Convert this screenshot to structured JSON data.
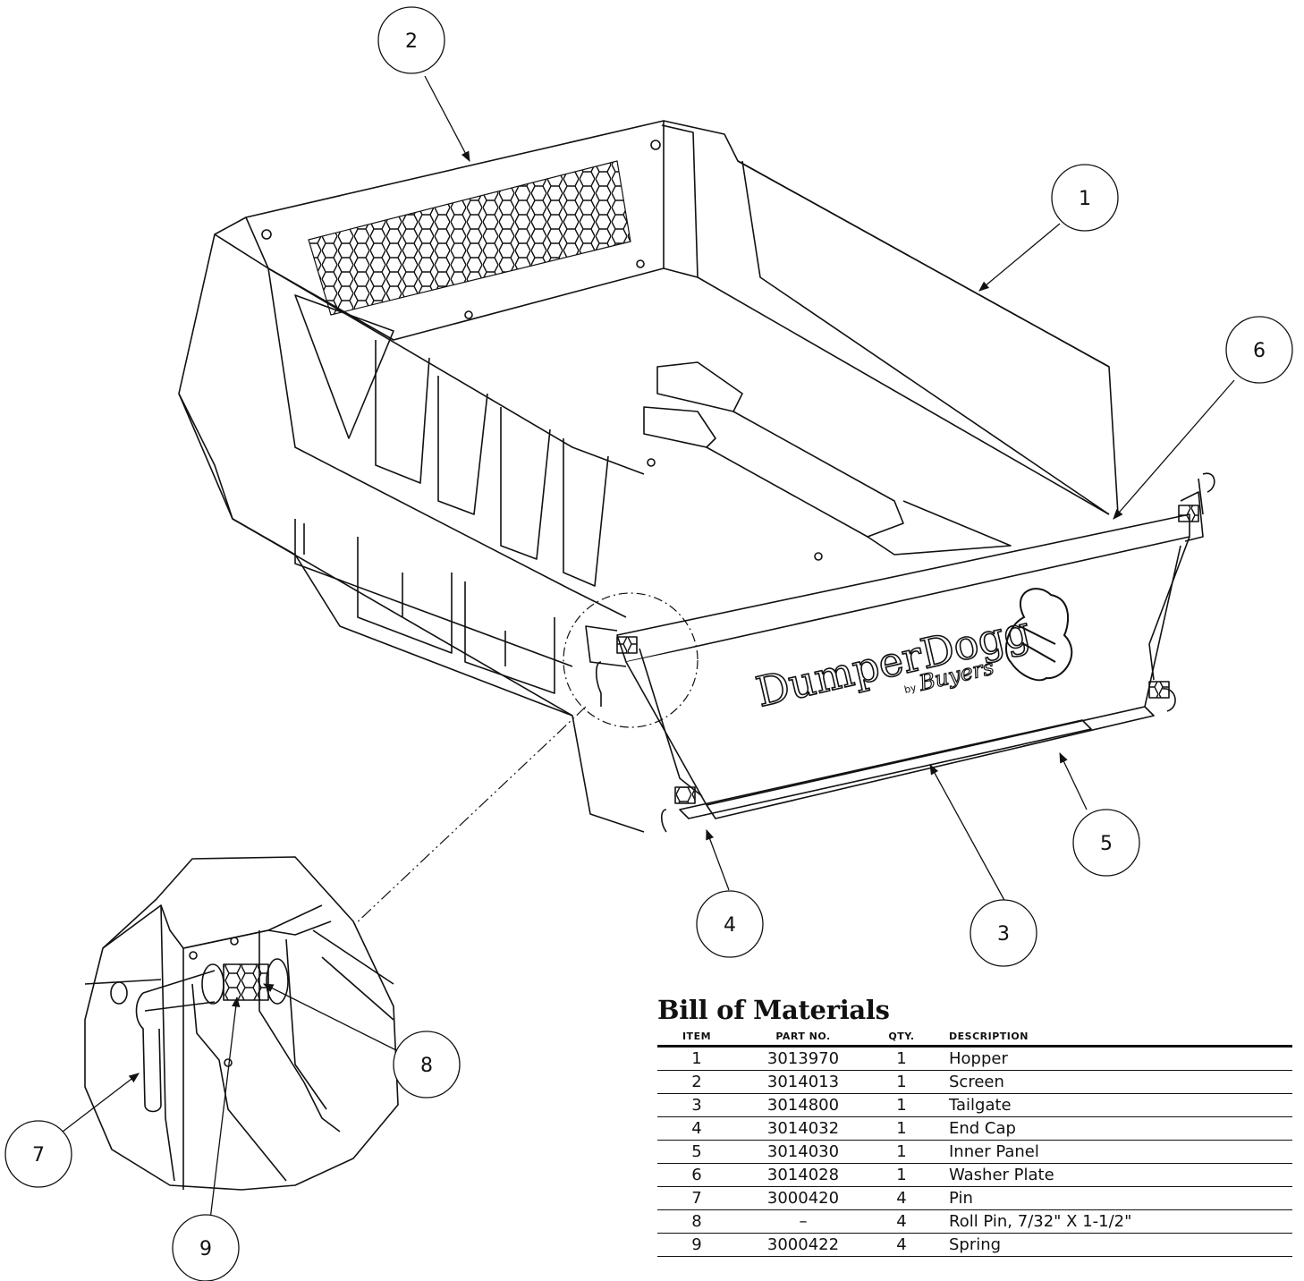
{
  "balloons": [
    {
      "label": "1"
    },
    {
      "label": "2"
    },
    {
      "label": "3"
    },
    {
      "label": "4"
    },
    {
      "label": "5"
    },
    {
      "label": "6"
    },
    {
      "label": "7"
    },
    {
      "label": "8"
    },
    {
      "label": "9"
    }
  ],
  "logo": {
    "brand": "DumperDogg",
    "by": "by",
    "maker": "Buyers"
  },
  "bom": {
    "title": "Bill of Materials",
    "headers": [
      "ITEM",
      "PART NO.",
      "QTY.",
      "DESCRIPTION"
    ],
    "rows": [
      {
        "item": "1",
        "part": "3013970",
        "qty": "1",
        "desc": "Hopper"
      },
      {
        "item": "2",
        "part": "3014013",
        "qty": "1",
        "desc": "Screen"
      },
      {
        "item": "3",
        "part": "3014800",
        "qty": "1",
        "desc": "Tailgate"
      },
      {
        "item": "4",
        "part": "3014032",
        "qty": "1",
        "desc": "End Cap"
      },
      {
        "item": "5",
        "part": "3014030",
        "qty": "1",
        "desc": "Inner Panel"
      },
      {
        "item": "6",
        "part": "3014028",
        "qty": "1",
        "desc": "Washer Plate"
      },
      {
        "item": "7",
        "part": "3000420",
        "qty": "4",
        "desc": "Pin"
      },
      {
        "item": "8",
        "part": "–",
        "qty": "4",
        "desc": "Roll Pin, 7/32\" X 1-1/2\""
      },
      {
        "item": "9",
        "part": "3000422",
        "qty": "4",
        "desc": "Spring"
      }
    ]
  }
}
